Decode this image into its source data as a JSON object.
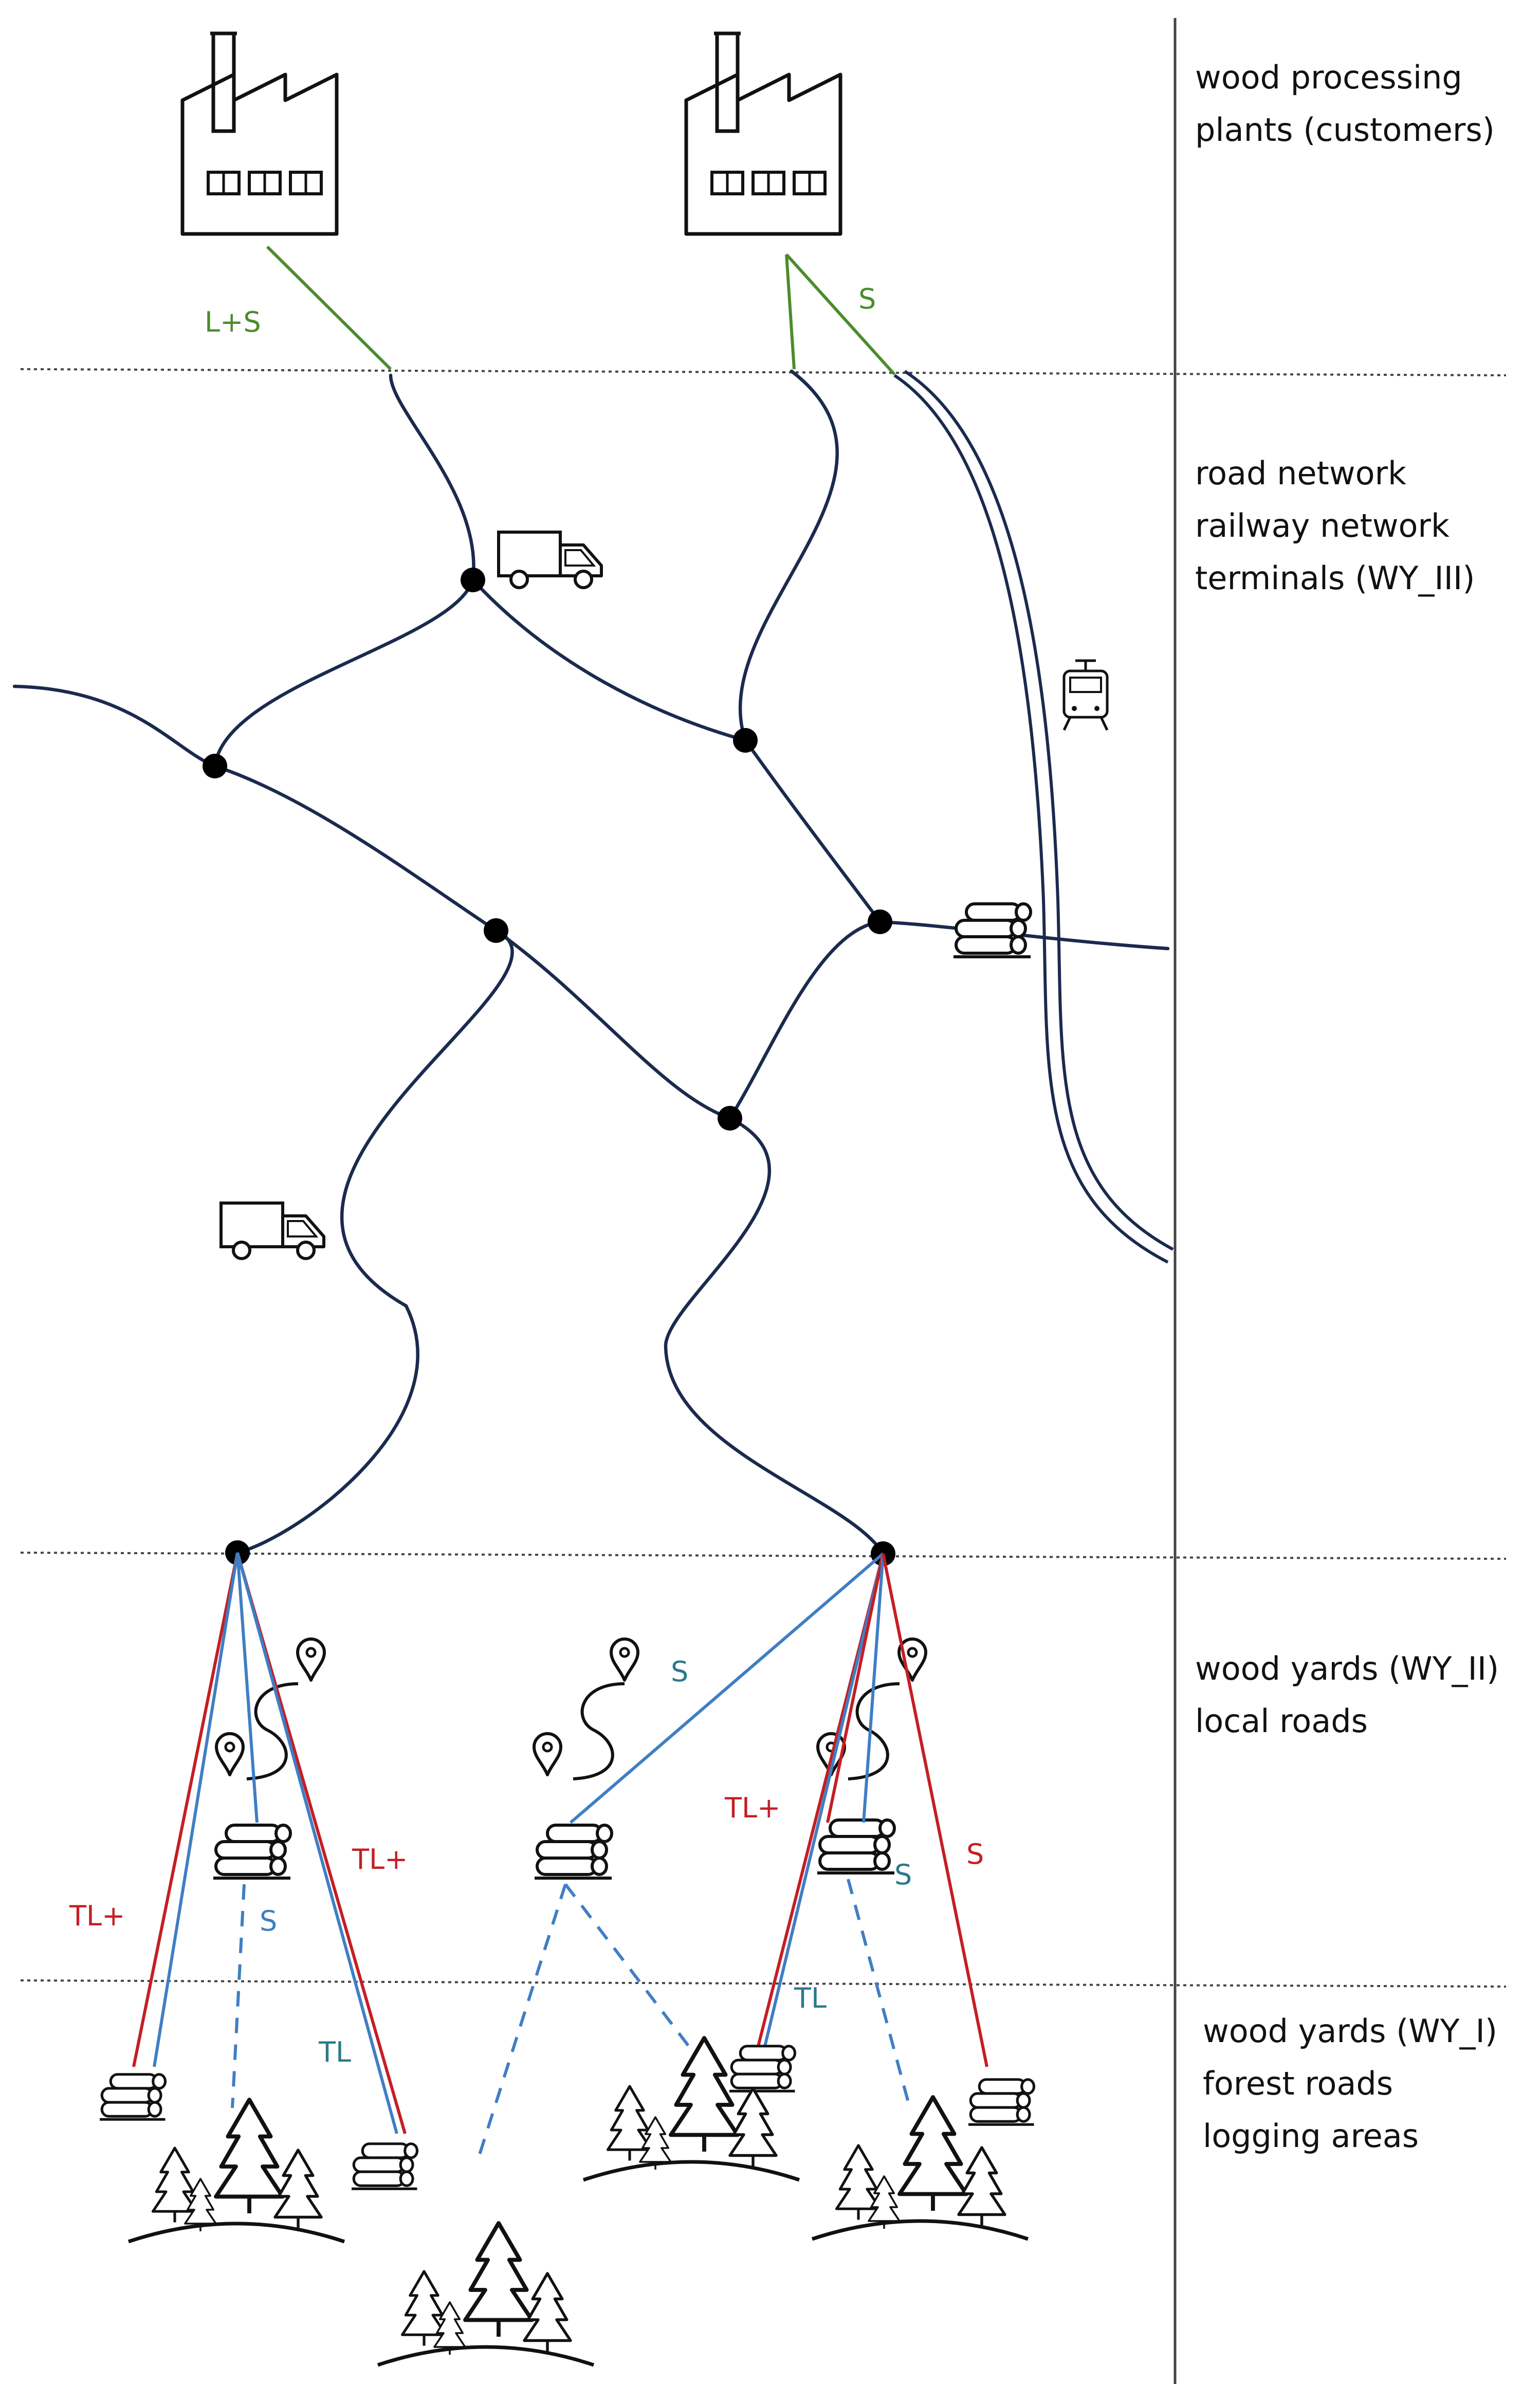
{
  "colors": {
    "road": "#1b2a4e",
    "rail": "#1b2a4e",
    "green": "#4c8c2b",
    "red": "#c41e24",
    "blue": "#3f7ec4",
    "teal": "#2a7a8a",
    "black": "#111111"
  },
  "layers": {
    "customers": [
      "wood processing",
      "plants (customers)"
    ],
    "transport": [
      "road network",
      "railway network",
      "terminals (WY_III)"
    ],
    "wy2": [
      "wood yards (WY_II)",
      "local roads"
    ],
    "wy1": [
      "wood yards (WY_I)",
      "forest roads",
      "logging areas"
    ]
  },
  "edge_labels": {
    "factory1_ls": "L+S",
    "factory2_s": "S",
    "yard_left_tlplus_outer": "TL+",
    "yard_left_tlplus_inner": "TL+",
    "yard_left_s": "S",
    "yard_left_tl": "TL",
    "yard_mid_s": "S",
    "yard_right_tlplus": "TL+",
    "yard_right_s_blue": "S",
    "yard_right_s_red": "S",
    "yard_right_tl": "TL"
  },
  "icons": [
    "factory-icon",
    "truck-icon",
    "train-icon",
    "log-pile-icon",
    "local-road-icon",
    "location-pin-icon",
    "forest-icon"
  ]
}
